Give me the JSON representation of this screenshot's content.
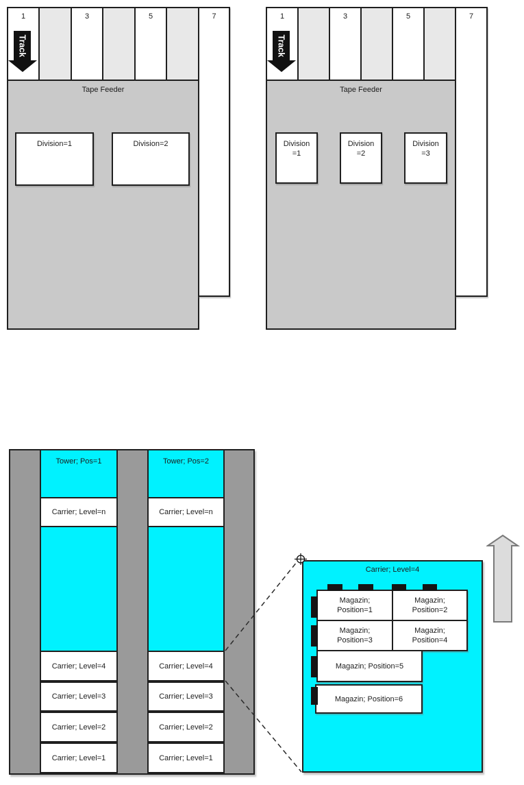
{
  "colors": {
    "cyan": "#00f2ff",
    "track_shaded": "#e8e8e8",
    "feeder_body": "#c9c9c9",
    "tower_frame": "#9a9a9a",
    "arrow_fill": "#dcdcdc",
    "tab_black": "#151515",
    "border": "#1f1f1f"
  },
  "icons": {
    "track_arrow": "down-arrow",
    "zoom_origin": "crosshair",
    "lift_direction": "up-arrow"
  },
  "feeder_left": {
    "track_labels": [
      "1",
      "3",
      "5",
      "7"
    ],
    "arrow_label": "Track",
    "body_label": "Tape Feeder",
    "divisions": [
      "Division=1",
      "Division=2"
    ]
  },
  "feeder_right": {
    "track_labels": [
      "1",
      "3",
      "5",
      "7"
    ],
    "arrow_label": "Track",
    "body_label": "Tape Feeder",
    "divisions": [
      [
        "Division",
        "=1"
      ],
      [
        "Division",
        "=2"
      ],
      [
        "Division",
        "=3"
      ]
    ]
  },
  "tower_unit": {
    "towers": [
      {
        "title": "Tower; Pos=1",
        "top_carrier": "Carrier; Level=n",
        "levels": [
          "Carrier; Level=4",
          "Carrier; Level=3",
          "Carrier; Level=2",
          "Carrier; Level=1"
        ]
      },
      {
        "title": "Tower; Pos=2",
        "top_carrier": "Carrier; Level=n",
        "levels": [
          "Carrier; Level=4",
          "Carrier; Level=3",
          "Carrier; Level=2",
          "Carrier; Level=1"
        ]
      }
    ]
  },
  "carrier_detail": {
    "title": "Carrier; Level=4",
    "magazines_2col": [
      [
        "Magazin;",
        "Position=1"
      ],
      [
        "Magazin;",
        "Position=2"
      ],
      [
        "Magazin;",
        "Position=3"
      ],
      [
        "Magazin;",
        "Position=4"
      ]
    ],
    "magazines_wide": [
      "Magazin; Position=5",
      "Magazin; Position=6"
    ]
  }
}
